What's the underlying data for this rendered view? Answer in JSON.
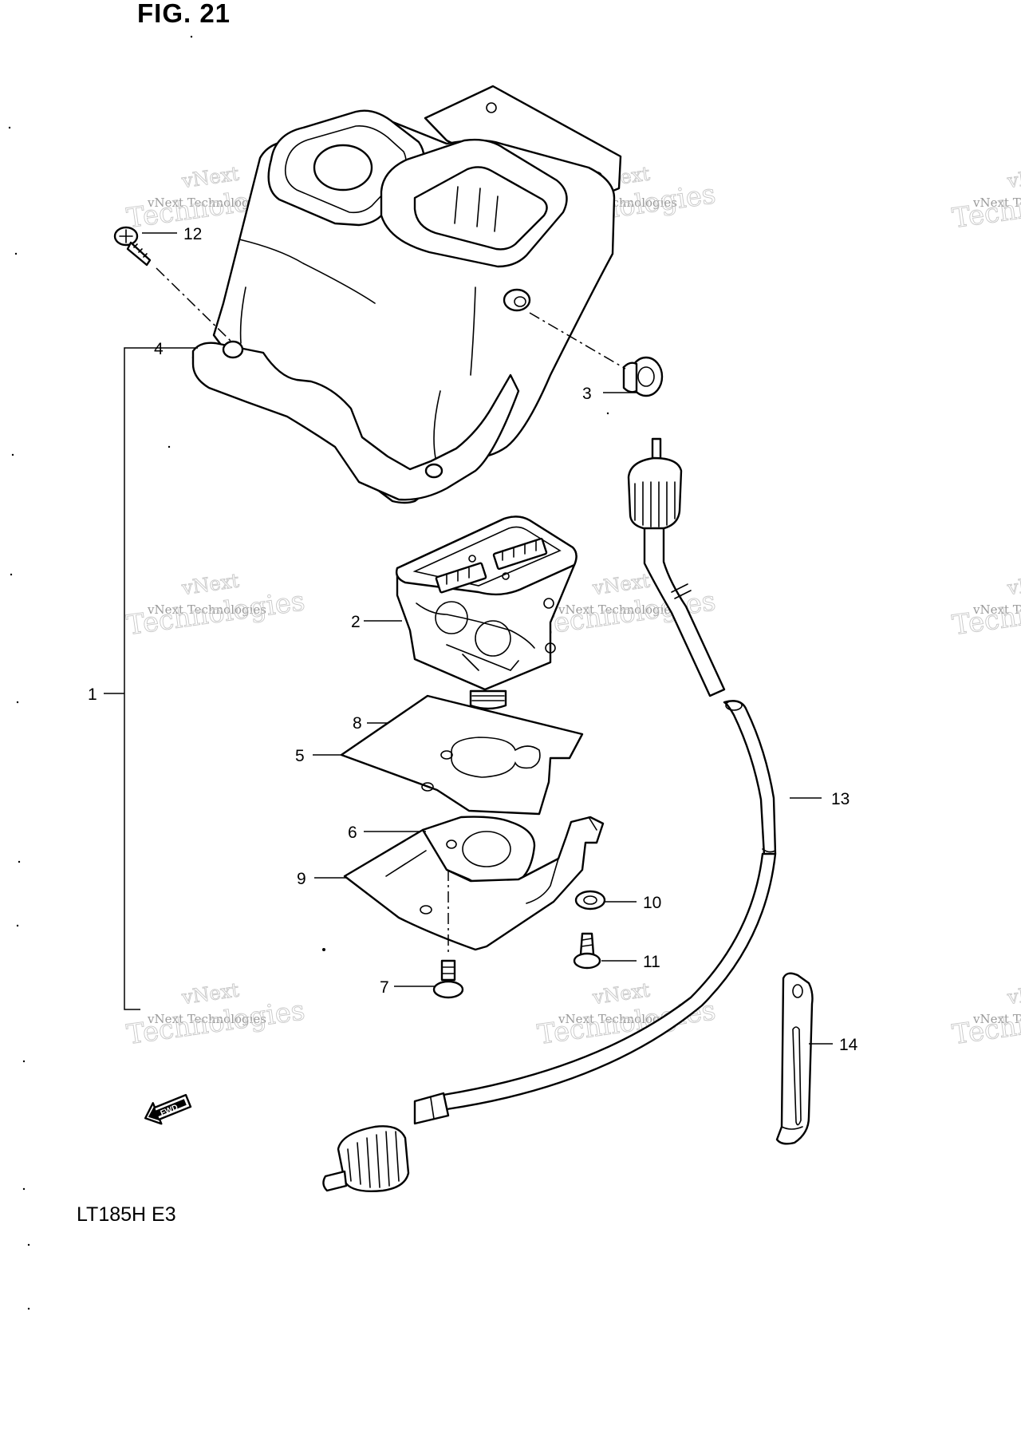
{
  "figure": {
    "title": "FIG. 21",
    "model": "LT185H E3"
  },
  "callouts": [
    "1",
    "2",
    "3",
    "4",
    "5",
    "6",
    "7",
    "8",
    "9",
    "10",
    "11",
    "12",
    "13",
    "14"
  ],
  "fwd_label": "FWD",
  "watermark": {
    "brand": "vNext",
    "line1": "vNext Technologies",
    "line2": "Technologies"
  },
  "colors": {
    "ink": "#000000",
    "paper": "#ffffff",
    "watermark": "#c8c8c8"
  }
}
